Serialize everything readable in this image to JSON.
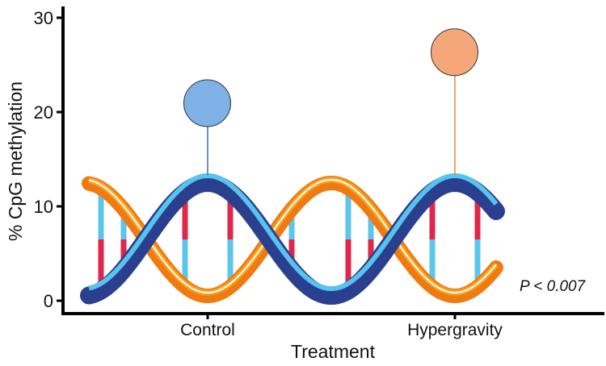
{
  "chart_data": {
    "type": "scatter",
    "title": "",
    "xlabel": "Treatment",
    "ylabel": "% CpG methylation",
    "categories": [
      "Control",
      "Hypergravity"
    ],
    "values": [
      21.2,
      26.6
    ],
    "point_colors": [
      "#7EB2E6",
      "#F5A77A"
    ],
    "stem_colors": [
      "#3A6EA5",
      "#E08A3C"
    ],
    "ylim": [
      0,
      30
    ],
    "yticks": [
      0,
      10,
      20,
      30
    ],
    "grid": false,
    "annotation": "P < 0.007",
    "background_art": "dna-double-helix"
  },
  "colors": {
    "strand_blue_dark": "#2B3F8F",
    "strand_blue_light": "#57C3EE",
    "strand_orange": "#F07A12",
    "strand_orange_light": "#F9A21C",
    "rung_red": "#E0264A",
    "rung_blue": "#5BC5EC"
  }
}
